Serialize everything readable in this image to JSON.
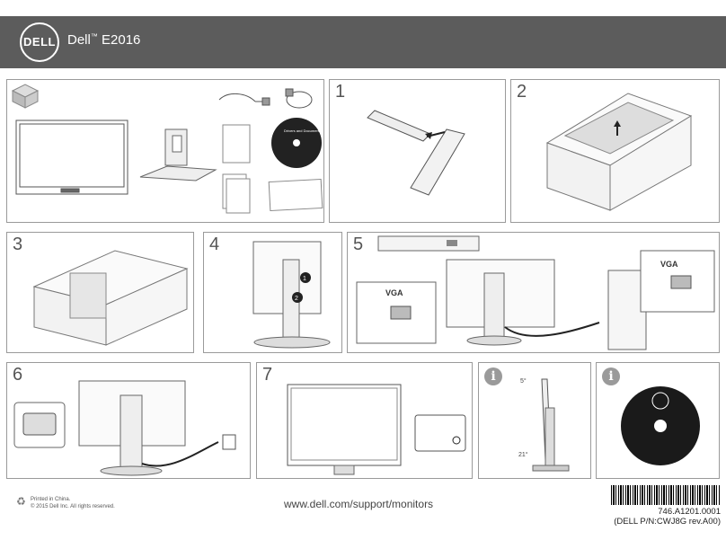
{
  "header": {
    "logo_text": "DELL",
    "model_brand": "Dell",
    "model_trademark": "™",
    "model_name": "E2016"
  },
  "steps": {
    "s1": "1",
    "s2": "2",
    "s3": "3",
    "s4": "4",
    "s5": "5",
    "s6": "6",
    "s7": "7",
    "info": "i"
  },
  "labels": {
    "vga": "VGA",
    "tilt_forward": "5°",
    "tilt_back": "21°",
    "callout_1": "1",
    "callout_2": "2"
  },
  "footer": {
    "printed_in": "Printed in China.",
    "copyright": "© 2015 Dell Inc. All rights reserved.",
    "url": "www.dell.com/support/monitors",
    "part_number": "746.A1201.0001",
    "dell_pn": "(DELL P/N:CWJ8G rev.A00)"
  },
  "colors": {
    "header_bg": "#5c5c5c",
    "panel_border": "#9a9a9a"
  }
}
